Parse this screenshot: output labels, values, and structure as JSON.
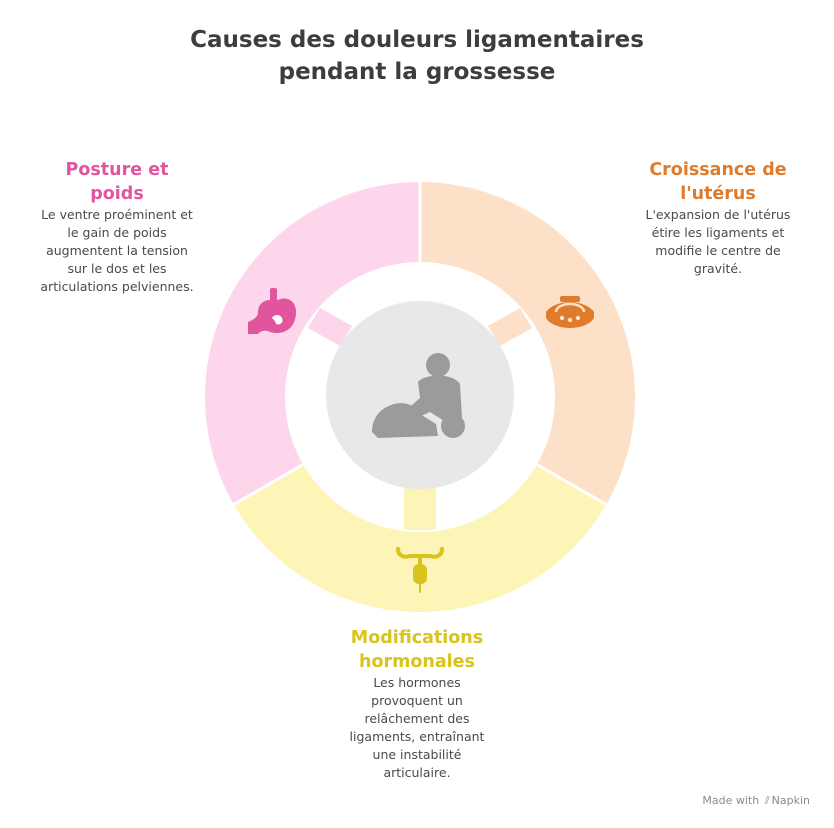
{
  "title": {
    "line1": "Causes des douleurs ligamentaires",
    "line2": "pendant la grossesse"
  },
  "sections": {
    "posture": {
      "title_lines": [
        "Posture et",
        "poids"
      ],
      "desc_lines": [
        "Le ventre proéminent et",
        "le gain de poids",
        "augmentent la tension",
        "sur le dos et les",
        "articulations pelviennes."
      ],
      "color": "#e0559d",
      "segment_color": "#fdd6eb",
      "icon": "stomach-icon"
    },
    "uterus": {
      "title_lines": [
        "Croissance de",
        "l'utérus"
      ],
      "desc_lines": [
        "L'expansion de l'utérus",
        "étire les ligaments et",
        "modifie le centre de",
        "gravité."
      ],
      "color": "#e07b2c",
      "segment_color": "#fde0c8",
      "icon": "ultrasound-icon"
    },
    "hormones": {
      "title_lines": [
        "Modifications",
        "hormonales"
      ],
      "desc_lines": [
        "Les hormones",
        "provoquent un",
        "relâchement des",
        "ligaments, entraînant",
        "une instabilité",
        "articulaire."
      ],
      "color": "#d8c41a",
      "segment_color": "#fdf4b8",
      "icon": "iud-icon"
    }
  },
  "center": {
    "icon": "massage-icon",
    "fill": "#e8e8e8",
    "icon_color": "#9b9b9b"
  },
  "footer": {
    "made_with": "Made with",
    "brand": "Napkin"
  }
}
